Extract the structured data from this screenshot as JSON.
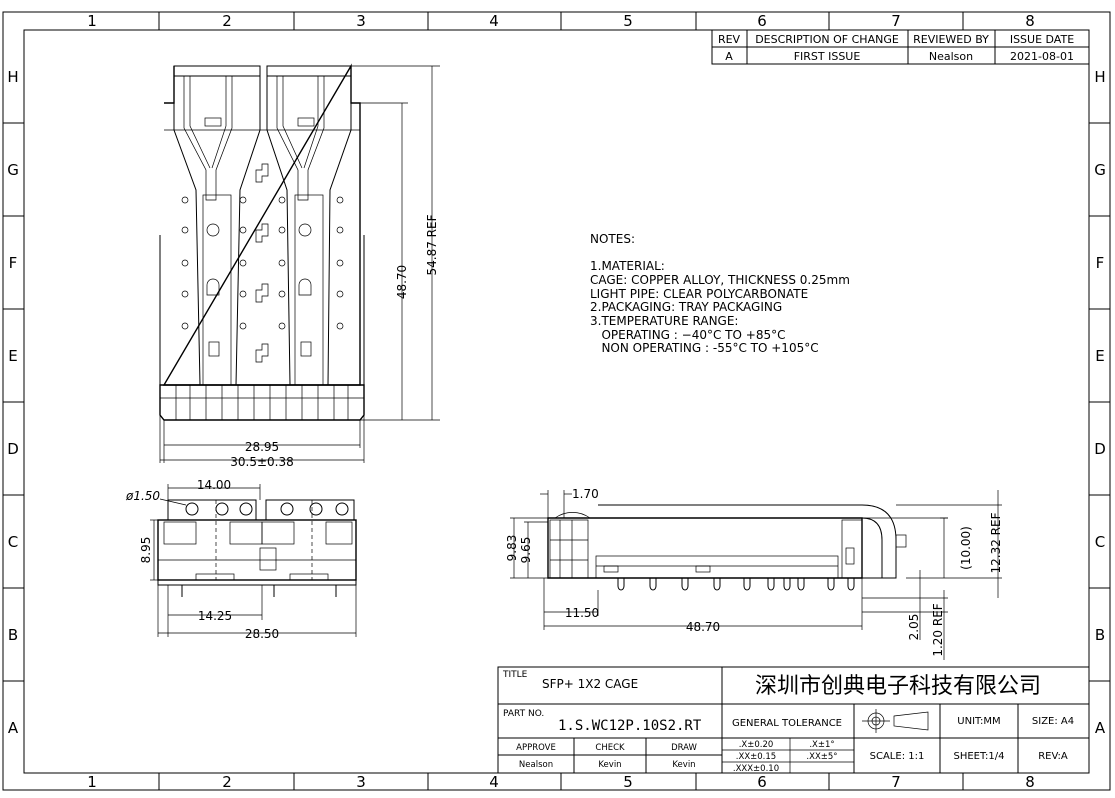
{
  "border": {
    "columns": [
      "1",
      "2",
      "3",
      "4",
      "5",
      "6",
      "7",
      "8"
    ],
    "rows": [
      "H",
      "G",
      "F",
      "E",
      "D",
      "C",
      "B",
      "A"
    ]
  },
  "revision_table": {
    "headers": {
      "rev": "REV",
      "description": "DESCRIPTION OF CHANGE",
      "reviewed_by": "REVIEWED BY",
      "issue_date": "ISSUE DATE"
    },
    "rows": [
      {
        "rev": "A",
        "description": "FIRST ISSUE",
        "reviewed_by": "Nealson",
        "issue_date": "2021-08-01"
      }
    ]
  },
  "notes": {
    "title": "NOTES:",
    "lines": [
      "1.MATERIAL:",
      "CAGE: COPPER ALLOY, THICKNESS 0.25mm",
      "LIGHT PIPE: CLEAR POLYCARBONATE",
      "2.PACKAGING: TRAY PACKAGING",
      "3.TEMPERATURE RANGE:",
      "   OPERATING : −40°C TO +85°C",
      "   NON OPERATING : -55°C TO +105°C"
    ]
  },
  "dimensions": {
    "top_view": {
      "height_inner": "48.70",
      "height_ref": "54.87 REF",
      "width_inner": "28.95",
      "width_outer": "30.5±0.38"
    },
    "front_view": {
      "pitch_top": "14.00",
      "hole": "ø1.50",
      "height": "8.95",
      "pitch_bottom": "14.25",
      "width": "28.50"
    },
    "side_view": {
      "top_offset": "1.70",
      "height_a": "9.83",
      "height_b": "9.65",
      "offset_left": "11.50",
      "length": "48.70",
      "pipe_height": "(10.00)",
      "total_height": "12.32 REF",
      "pin_a": "2.05",
      "pin_b": "1.20 REF"
    }
  },
  "title_block": {
    "title_label": "TITLE",
    "title": "SFP+ 1X2 CAGE",
    "company": "深圳市创典电子科技有限公司",
    "part_no_label": "PART NO.",
    "part_no": "1.S.WC12P.10S2.RT",
    "general_tolerance": "GENERAL TOLERANCE",
    "unit": "UNIT:MM",
    "size": "SIZE: A4",
    "approve_label": "APPROVE",
    "check_label": "CHECK",
    "draw_label": "DRAW",
    "approve": "Nealson",
    "check": "Kevin",
    "draw": "Kevin",
    "tol_x": ".X±0.20",
    "tol_xx": ".XX±0.15",
    "tol_xxx": ".XXX±0.10",
    "ang_x": ".X±1°",
    "ang_xx": ".XX±5°",
    "scale": "SCALE: 1:1",
    "sheet": "SHEET:1/4",
    "rev": "REV:A"
  }
}
